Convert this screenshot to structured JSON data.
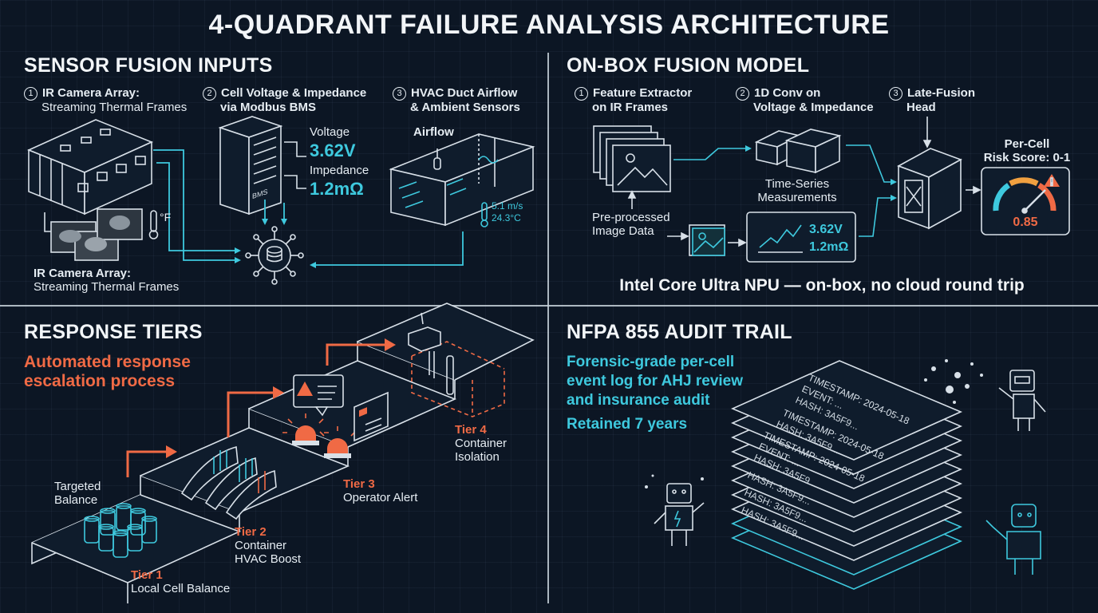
{
  "title": "4-QUADRANT FAILURE ANALYSIS ARCHITECTURE",
  "colors": {
    "background": "#0c1624",
    "accent_cyan": "#3ec9de",
    "accent_orange": "#f06a45",
    "line": "#d8e0e8"
  },
  "sensor_fusion": {
    "title": "SENSOR FUSION INPUTS",
    "step1": {
      "num": "1",
      "line1": "IR Camera Array:",
      "line2": "Streaming Thermal Frames"
    },
    "step2": {
      "num": "2",
      "line1": "Cell Voltage & Impedance",
      "line2": "via Modbus BMS"
    },
    "step3": {
      "num": "3",
      "line1": "HVAC Duct Airflow",
      "line2": "& Ambient Sensors"
    },
    "voltage_label": "Voltage",
    "voltage_value": "3.62V",
    "impedance_label": "Impedance",
    "impedance_value": "1.2mΩ",
    "bms_label": "BMS",
    "airflow_label": "Airflow",
    "airflow_speed": "5.1 m/s",
    "airflow_temp": "24.3°C",
    "temp_unit": "°F",
    "ir_caption_line1": "IR Camera Array:",
    "ir_caption_line2": "Streaming Thermal Frames",
    "icons": [
      "container-icon",
      "thermometer-icon",
      "bms-rack-icon",
      "duct-icon",
      "fusion-hub-icon"
    ]
  },
  "fusion_model": {
    "title": "ON-BOX FUSION MODEL",
    "step1": {
      "num": "1",
      "line1": "Feature Extractor",
      "line2": "on IR Frames"
    },
    "step2": {
      "num": "2",
      "line1": "1D Conv on",
      "line2": "Voltage & Impedance"
    },
    "step3": {
      "num": "3",
      "line1": "Late-Fusion",
      "line2": "Head"
    },
    "preprocessed_line1": "Pre-processed",
    "preprocessed_line2": "Image Data",
    "timeseries_line1": "Time-Series",
    "timeseries_line2": "Measurements",
    "chart_voltage": "3.62V",
    "chart_impedance": "1.2mΩ",
    "risk_label_line1": "Per-Cell",
    "risk_label_line2": "Risk Score: 0-1",
    "risk_value": "0.85",
    "risk_fraction": 0.85,
    "footer": "Intel Core Ultra NPU — on-box, no cloud round trip",
    "icons": [
      "image-stack-icon",
      "conv-block-icon",
      "fusion-head-icon",
      "gauge-icon",
      "warning-icon"
    ]
  },
  "response_tiers": {
    "title": "RESPONSE TIERS",
    "subtitle_line1": "Automated response",
    "subtitle_line2": "escalation process",
    "targeted_line1": "Targeted",
    "targeted_line2": "Balance",
    "tier1": {
      "label": "Tier 1",
      "line1": "Local Cell Balance"
    },
    "tier2": {
      "label": "Tier 2",
      "line1": "Container",
      "line2": "HVAC Boost"
    },
    "tier3": {
      "label": "Tier 3",
      "line1": "Operator Alert"
    },
    "tier4": {
      "label": "Tier 4",
      "line1": "Container",
      "line2": "Isolation"
    },
    "icons": [
      "battery-cells-icon",
      "airflow-fans-icon",
      "beacon-icon",
      "alert-message-icon",
      "isolation-switch-icon"
    ]
  },
  "audit_trail": {
    "title": "NFPA 855 AUDIT TRAIL",
    "desc_line1": "Forensic-grade per-cell",
    "desc_line2": "event log for AHJ review",
    "desc_line3": "and insurance audit",
    "retention": "Retained 7 years",
    "log_lines": [
      "TIMESTAMP: 2024-05-18",
      "EVENT: ...",
      "HASH: 3A5F9...",
      "TIMESTAMP: 2024-05-18",
      "HASH: 3A5F9...",
      "TIMESTAMP: 2024-05-18",
      "EVENT: ...",
      "HASH: 3A5F9...",
      "HASH: 3A5F9...",
      "HASH: 3A5F9...",
      "HASH: 3A5F9..."
    ],
    "icons": [
      "log-stack-icon",
      "robot-icon"
    ]
  }
}
